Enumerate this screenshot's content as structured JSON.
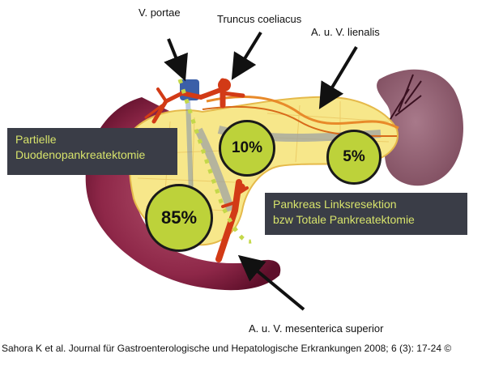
{
  "labels": {
    "v_portae": "V. portae",
    "truncus": "Truncus coeliacus",
    "lienalis": "A. u. V. lienalis",
    "mesenterica": "A. u. V. mesenterica superior"
  },
  "boxes": {
    "partielle": [
      "Partielle",
      "Duodenopankreatektomie"
    ],
    "links": [
      "Pankreas Linksresektion",
      "bzw Totale Pankreatektomie"
    ]
  },
  "percentages": {
    "head": "85%",
    "body": "10%",
    "tail": "5%"
  },
  "caption": "Sahora K et al. Journal für Gastroenterologische und Hepatologische Erkrankungen 2008; 6 (3): 17-24 ©",
  "colors": {
    "duodenum": "#7a1c3c",
    "pancreas": "#f7e78a",
    "spleen": "#946172",
    "vessel_red": "#d23a16",
    "portal_blue": "#3b5fa8",
    "circle_green": "#bdd23a",
    "box_bg": "#3a3d47",
    "box_text": "#d7e36b"
  }
}
